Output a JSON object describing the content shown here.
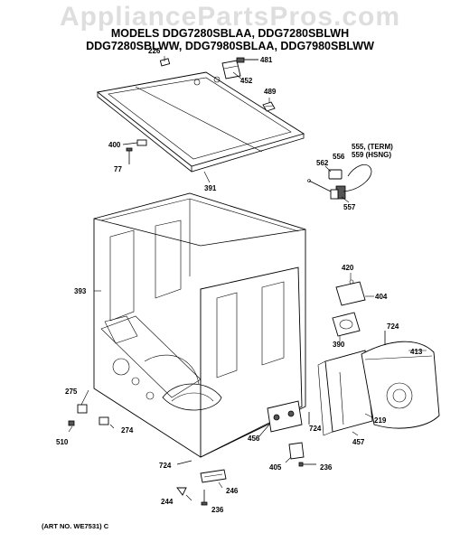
{
  "watermark": "AppliancePartsPros.com",
  "title": {
    "line1": "MODELS DDG7280SBLAA, DDG7280SBLWH",
    "line2": "DDG7280SBLWW, DDG7980SBLAA, DDG7980SBLWW"
  },
  "art_number": "(ART NO. WE7531) C",
  "callouts": {
    "c226": "226",
    "c481": "481",
    "c452": "452",
    "c489": "489",
    "c400": "400",
    "c77": "77",
    "c391": "391",
    "c555": "555, (TERM)",
    "c559": "559 (HSNG)",
    "c562": "562",
    "c556": "556",
    "c557": "557",
    "c420": "420",
    "c404": "404",
    "c724a": "724",
    "c393": "393",
    "c390": "390",
    "c413": "413",
    "c275": "275",
    "c219": "219",
    "c510": "510",
    "c274": "274",
    "c456": "456",
    "c724b": "724",
    "c457": "457",
    "c405": "405",
    "c236a": "236",
    "c724c": "724",
    "c246": "246",
    "c244": "244",
    "c236b": "236"
  }
}
